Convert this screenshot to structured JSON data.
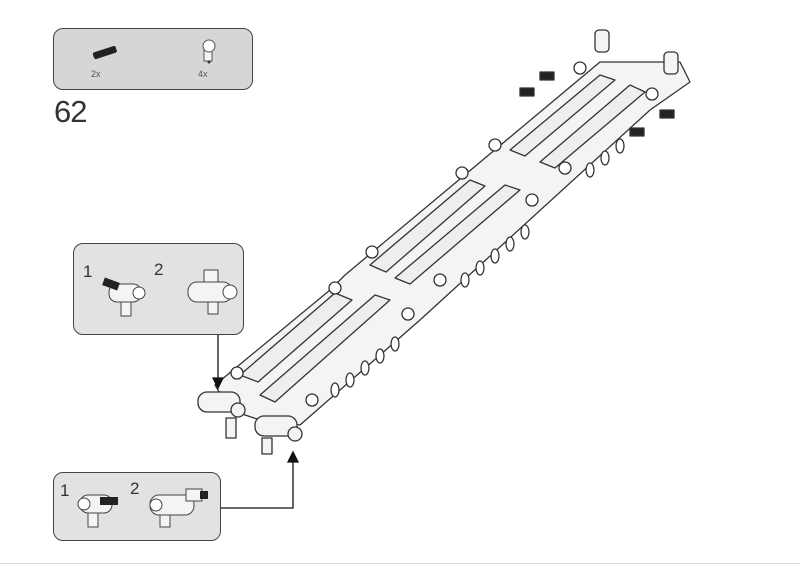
{
  "step_number": "62",
  "parts_list": [
    {
      "part": "axle-pin-black",
      "quantity": "2x"
    },
    {
      "part": "axle-pin-connector-white",
      "quantity": "4x"
    }
  ],
  "callouts": [
    {
      "steps": [
        "1",
        "2"
      ]
    },
    {
      "steps": [
        "1",
        "2"
      ]
    }
  ],
  "colors": {
    "parts_bg": "#d6d6d6",
    "callout_bg": "#e2e2e2",
    "beam": "#f4f4f4",
    "outline": "#333333"
  }
}
